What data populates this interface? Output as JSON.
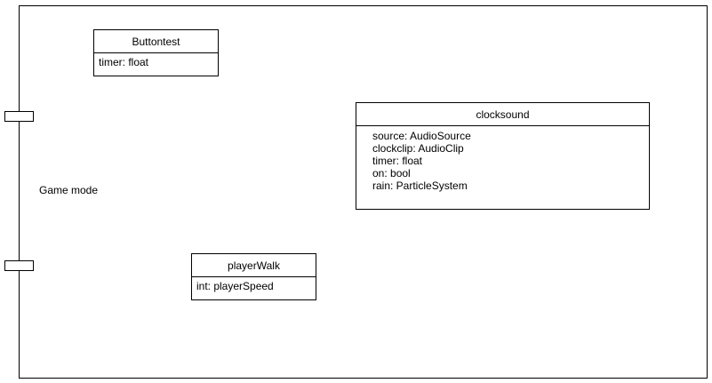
{
  "component": {
    "label": "Game mode"
  },
  "classes": {
    "buttontest": {
      "name": "Buttontest",
      "attributes": [
        "timer: float"
      ]
    },
    "clocksound": {
      "name": "clocksound",
      "attributes": [
        "source: AudioSource",
        "clockclip: AudioClip",
        "timer: float",
        "on: bool",
        "rain: ParticleSystem"
      ]
    },
    "playerwalk": {
      "name": "playerWalk",
      "attributes": [
        "int: playerSpeed"
      ]
    }
  }
}
